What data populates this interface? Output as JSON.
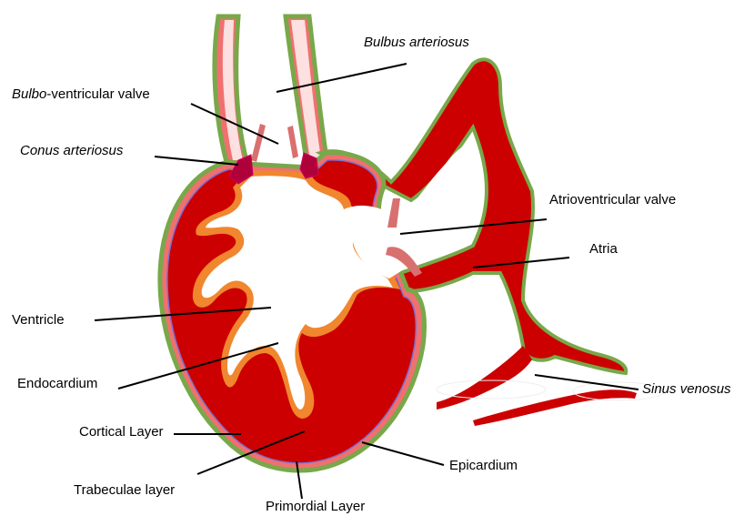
{
  "labels": {
    "bulbus_arteriosus": "Bulbus arteriosus",
    "bulbo_prefix": "Bulbo",
    "bulbo_suffix": "-ventricular valve",
    "conus_arteriosus": "Conus arteriosus",
    "atrioventricular_valve": "Atrioventricular valve",
    "atria": "Atria",
    "ventricle": "Ventricle",
    "endocardium": "Endocardium",
    "sinus_venosus": "Sinus venosus",
    "cortical_layer": "Cortical Layer",
    "epicardium": "Epicardium",
    "trabeculae_layer": "Trabeculae layer",
    "primordial_layer": "Primordial Layer"
  },
  "colors": {
    "epicardium": "#78a84a",
    "outer_pink": "#f07070",
    "myocardium": "#cc0000",
    "endocardium_orange": "#f0862e",
    "valve": "#d97070",
    "bulbus_fill": "#fde0e0",
    "lumen": "#ffffff",
    "leader": "#000000"
  }
}
